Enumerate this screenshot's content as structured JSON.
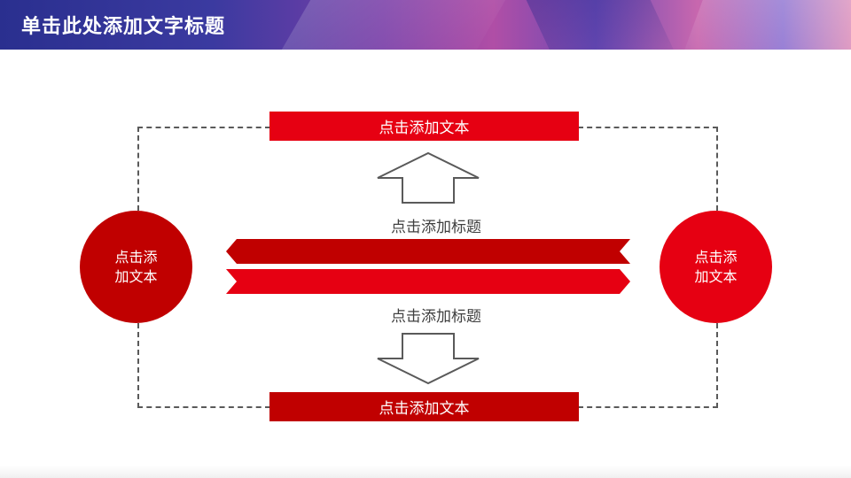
{
  "header": {
    "title": "单击此处添加文字标题"
  },
  "top_box": {
    "label": "点击添加文本",
    "color": "#e60012"
  },
  "bottom_box": {
    "label": "点击添加文本",
    "color": "#c00000"
  },
  "left_circle": {
    "line1": "点击添",
    "line2": "加文本",
    "color": "#c00000"
  },
  "right_circle": {
    "line1": "点击添",
    "line2": "加文本",
    "color": "#e60012"
  },
  "upper_label": "点击添加标题",
  "lower_label": "点击添加标题",
  "ribbons": {
    "top_color": "#c00000",
    "bottom_color": "#e60012"
  },
  "icons": {
    "up_arrow": "up-arrow-outline",
    "down_arrow": "down-arrow-outline"
  },
  "dashed_frame_color": "#5a5a5a"
}
